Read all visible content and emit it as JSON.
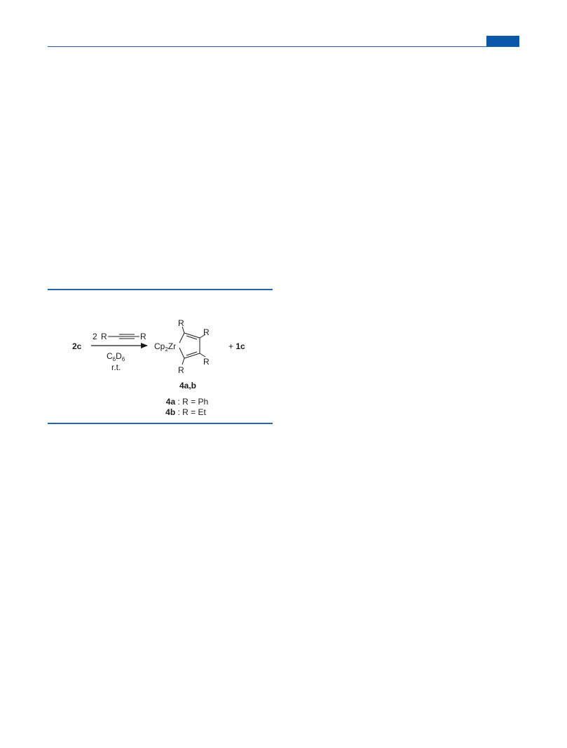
{
  "scheme": {
    "start_compound": "2c",
    "reagent": {
      "coefficient": "2",
      "substituent": "R"
    },
    "solvent": {
      "base_c": "C",
      "sub_c": "6",
      "base_d": "D",
      "sub_d": "6"
    },
    "temperature": "r.t.",
    "product": {
      "metal_prefix": "Cp",
      "metal_sub": "2",
      "metal": "Zr",
      "substituent": "R",
      "label": "4a,b"
    },
    "byproduct": {
      "plus": "+ ",
      "compound": "1c"
    },
    "definitions": [
      {
        "compound": "4a",
        "text": " : R = Ph"
      },
      {
        "compound": "4b",
        "text": " : R = Et"
      }
    ]
  }
}
